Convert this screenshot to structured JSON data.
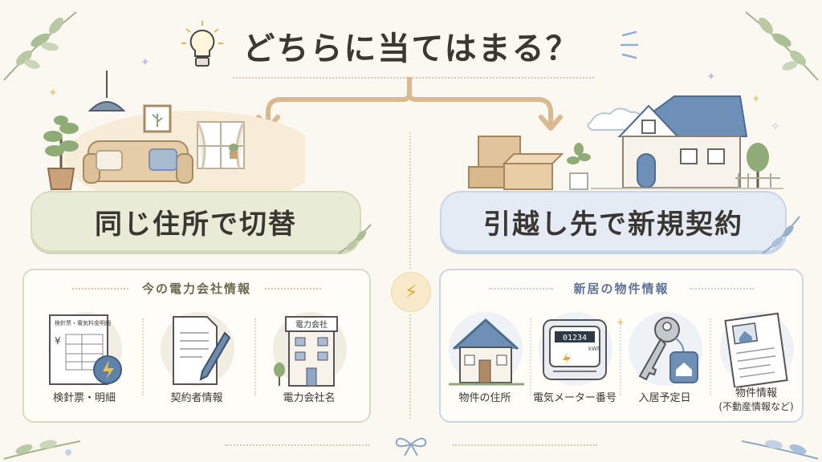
{
  "title": "どちらに当てはまる？",
  "left": {
    "banner": "同じ住所で切替",
    "panel_title": "今の電力会社情報",
    "items": [
      {
        "label": "検針票・明細",
        "icon": "bill-icon",
        "doc_heading": "検針票・電気料金明細",
        "yen": "¥"
      },
      {
        "label": "契約者情報",
        "icon": "document-pen-icon"
      },
      {
        "label": "電力会社名",
        "icon": "power-company-building-icon",
        "sign": "電力会社"
      }
    ]
  },
  "right": {
    "banner": "引越し先で新規契約",
    "panel_title": "新居の物件情報",
    "items": [
      {
        "label": "物件の住所",
        "icon": "house-icon"
      },
      {
        "label": "電気メーター番号",
        "icon": "electric-meter-icon",
        "meter_digits": "01234",
        "meter_unit": "kWh"
      },
      {
        "label": "入居予定日",
        "icon": "key-icon"
      },
      {
        "label": "物件情報",
        "label2": "(不動産情報など)",
        "icon": "property-document-icon"
      }
    ]
  },
  "colors": {
    "left_accent": "#e8ebd6",
    "right_accent": "#e4ebf4",
    "arrow": "#d9b98d",
    "bolt": "#e9a63b"
  }
}
